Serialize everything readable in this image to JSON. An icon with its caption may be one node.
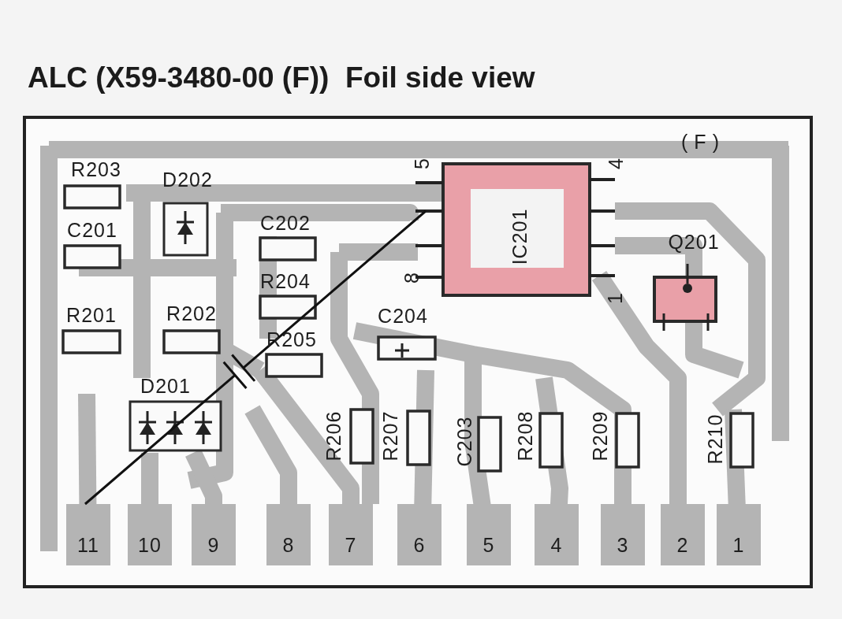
{
  "diagram": {
    "title": "ALC (X59-3480-00 (F))  Foil side view",
    "labels": [
      "(F)",
      "R203",
      "D202",
      "5",
      "4",
      "C201",
      "C202",
      "IC201",
      "Q201",
      "R204",
      "8",
      "1",
      "R201",
      "R202",
      "C204",
      "R205",
      "D201",
      "R206",
      "R207",
      "C203",
      "R208",
      "R209",
      "R210",
      "11",
      "10",
      "9",
      "8",
      "7",
      "6",
      "5",
      "4",
      "3",
      "2",
      "1"
    ]
  }
}
